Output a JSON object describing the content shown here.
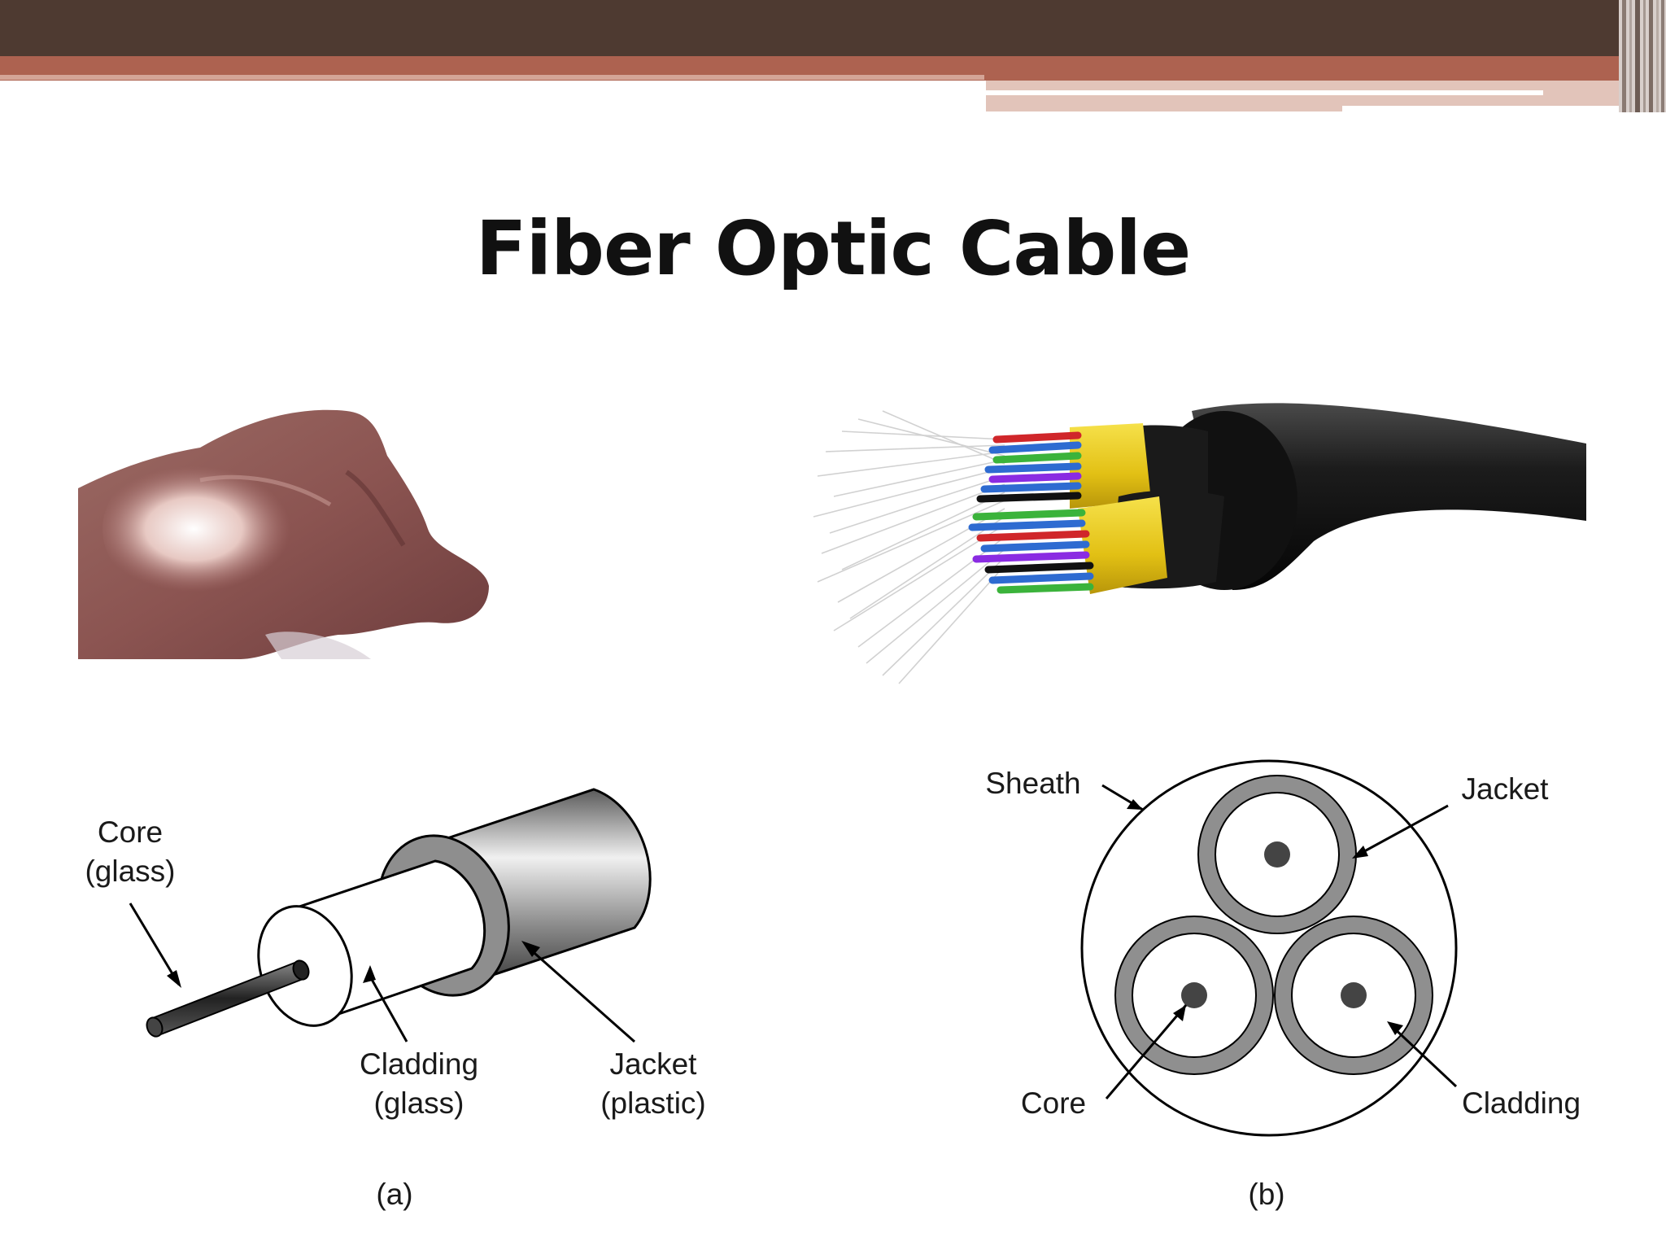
{
  "slide": {
    "title": "Fiber Optic Cable"
  },
  "theme": {
    "band_dark": "#4e3a31",
    "band_accent": "#ad6250",
    "band_light": "#e2c4ba"
  },
  "photos": {
    "hand_fiber": {
      "description_icon": "hand-holding-fiber-icon"
    },
    "cable_bundle": {
      "description_icon": "fiber-bundle-icon"
    }
  },
  "diagram_a": {
    "core_label_line1": "Core",
    "core_label_line2": "(glass)",
    "cladding_label_line1": "Cladding",
    "cladding_label_line2": "(glass)",
    "jacket_label_line1": "Jacket",
    "jacket_label_line2": "(plastic)",
    "caption": "(a)"
  },
  "diagram_b": {
    "sheath_label": "Sheath",
    "jacket_label": "Jacket",
    "core_label": "Core",
    "cladding_label": "Cladding",
    "caption": "(b)"
  }
}
